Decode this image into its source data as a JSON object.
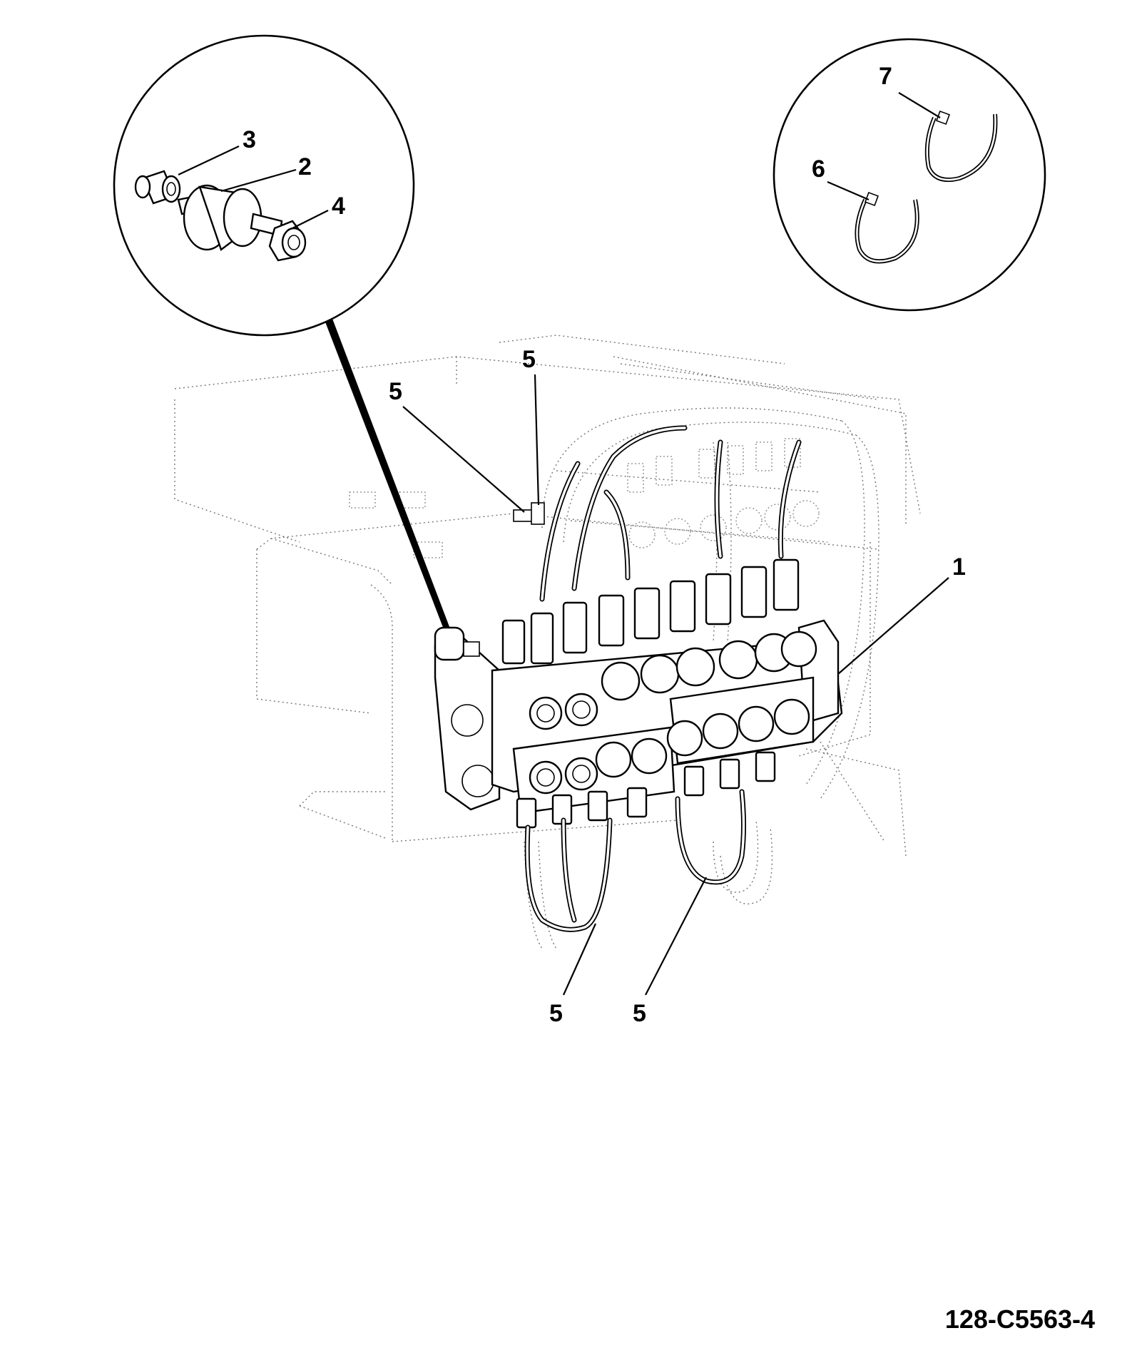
{
  "callouts": [
    {
      "id": "1",
      "label": "1"
    },
    {
      "id": "2",
      "label": "2"
    },
    {
      "id": "3",
      "label": "3"
    },
    {
      "id": "4",
      "label": "4"
    },
    {
      "id": "5a",
      "label": "5"
    },
    {
      "id": "5b",
      "label": "5"
    },
    {
      "id": "5c",
      "label": "5"
    },
    {
      "id": "5d",
      "label": "5"
    },
    {
      "id": "6",
      "label": "6"
    },
    {
      "id": "7",
      "label": "7"
    }
  ],
  "drawing_number": "128-C5563-4"
}
